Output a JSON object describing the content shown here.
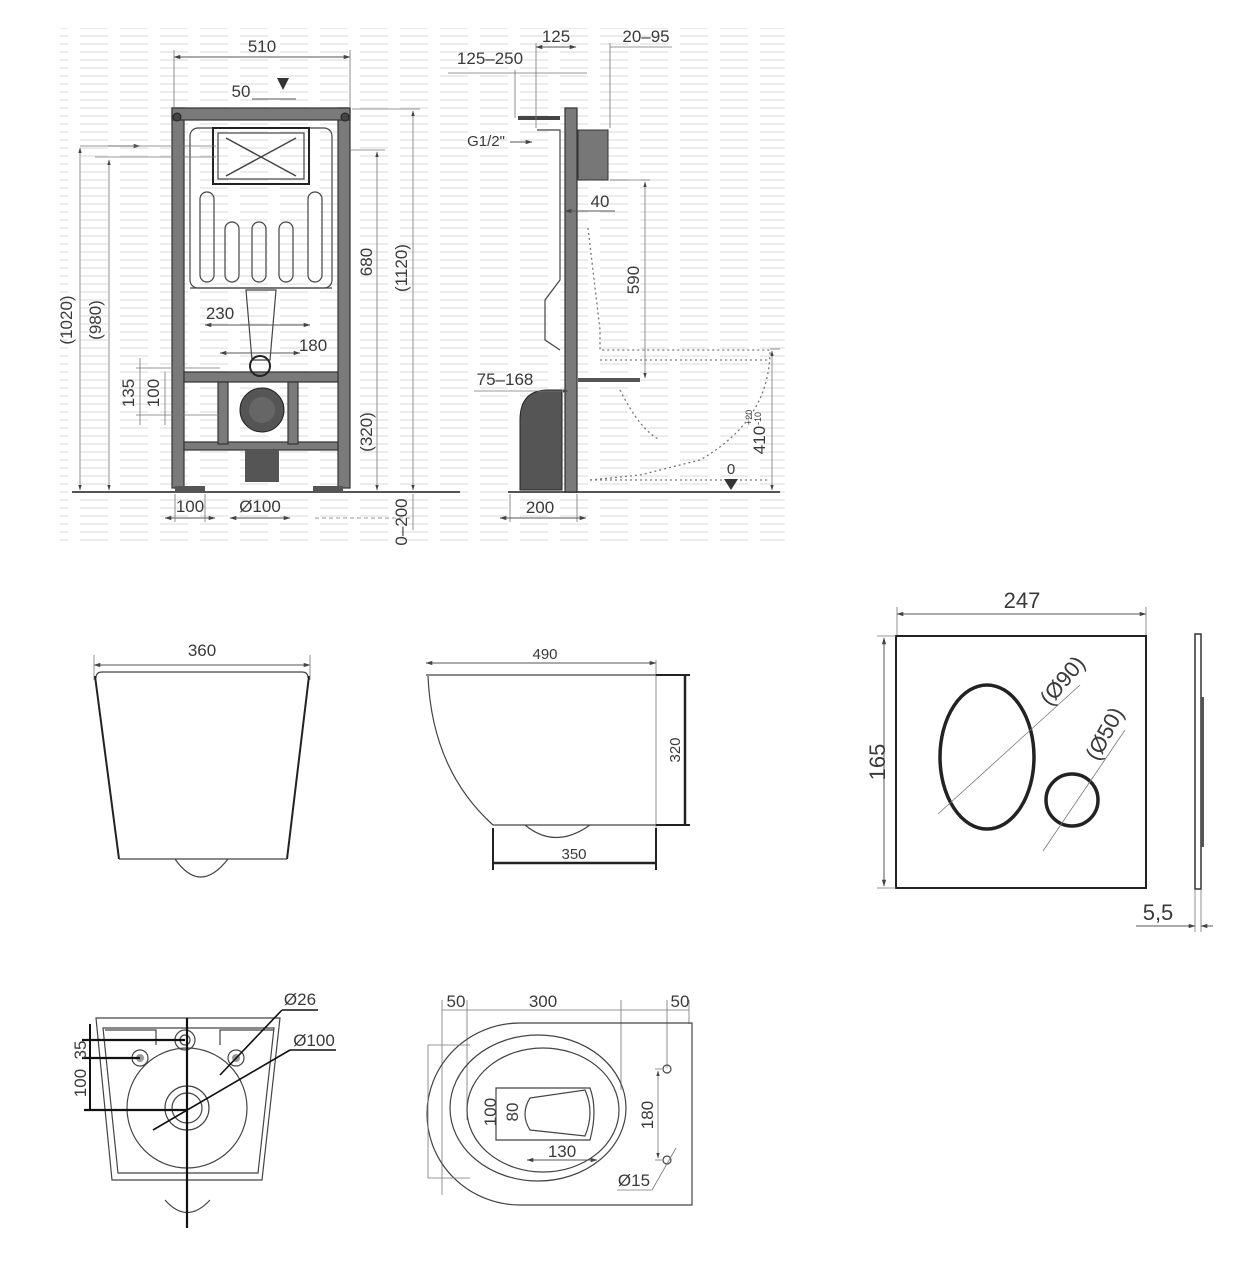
{
  "installation_frame": {
    "front_view": {
      "width": "510",
      "inlet_offset": "50",
      "height_inlet_left": "(1020)",
      "height_inlet_right": "(980)",
      "height_actuator": "680",
      "height_total": "(1120)",
      "bolt_spacing_outer": "230",
      "bolt_spacing_inner": "180",
      "bolt_height_outer": "135",
      "bolt_height_inner": "100",
      "drain_height": "(320)",
      "foot_width": "100",
      "drain_diameter": "Ø100",
      "foot_adjust": "0–200"
    },
    "side_view": {
      "actuator_depth": "125",
      "wall_depth_range": "20–95",
      "inlet_range": "125–250",
      "water_inlet": "G1/2\"",
      "frame_depth": "40",
      "flush_height": "590",
      "drain_range": "75–168",
      "foot_depth": "200",
      "seat_height": "410",
      "seat_tolerance_plus": "+20",
      "seat_tolerance_minus": "-10",
      "floor_level": "0"
    }
  },
  "toilet_bowl": {
    "front_view": {
      "width": "360"
    },
    "side_view": {
      "length": "490",
      "height": "320",
      "base_length": "350"
    },
    "rear_view": {
      "hole_diameter": "Ø26",
      "drain_diameter": "Ø100",
      "hole_spacing_v1": "35",
      "hole_spacing_v2": "100"
    },
    "top_view": {
      "offset_left": "50",
      "span": "300",
      "offset_right": "50",
      "outlet_depth": "100",
      "outlet_width": "80",
      "outlet_length": "130",
      "bolt_spacing": "180",
      "bolt_diameter": "Ø15"
    }
  },
  "flush_plate": {
    "width": "247",
    "height": "165",
    "thickness": "5,5",
    "big_button": "(Ø90)",
    "small_button": "(Ø50)"
  }
}
